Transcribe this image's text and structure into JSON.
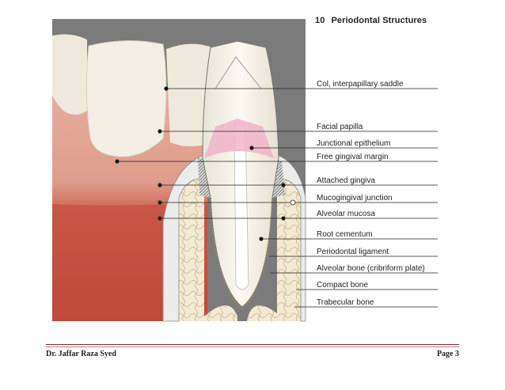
{
  "header": {
    "number": "10",
    "title": "Periodontal Structures"
  },
  "labels": [
    "Col, interpapillary saddle",
    "Facial papilla",
    "Junctional epithelium",
    "Free gingival margin",
    "Attached gingiva",
    "Mucogingival junction",
    "Alveolar mucosa",
    "Root cementum",
    "Periodontal ligament",
    "Alveolar bone (cribriform plate)",
    "Compact bone",
    "Trabecular bone"
  ],
  "footer": {
    "author": "Dr. Jaffar Raza Syed",
    "page": "Page 3"
  },
  "colors": {
    "accent": "#8a2a2a",
    "background_gray": "#7a7a7a",
    "gingiva": "#d48a7a",
    "bone": "#efe3c8"
  }
}
